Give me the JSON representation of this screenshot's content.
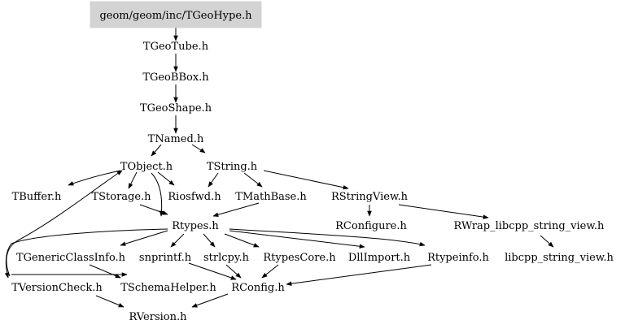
{
  "colors": {
    "root_fill": "#d3d3d3",
    "edge": "#000000",
    "text": "#000000"
  },
  "diagram": {
    "nodes": {
      "tgeohype": "geom/geom/inc/TGeoHype.h",
      "tgeotube": "TGeoTube.h",
      "tgeobbox": "TGeoBBox.h",
      "tgeoshape": "TGeoShape.h",
      "tnamed": "TNamed.h",
      "tobject": "TObject.h",
      "tstring": "TString.h",
      "tbuffer": "TBuffer.h",
      "tstorage": "TStorage.h",
      "riosfwd": "Riosfwd.h",
      "tmathbase": "TMathBase.h",
      "rstringview": "RStringView.h",
      "rtypes": "Rtypes.h",
      "rconfigure": "RConfigure.h",
      "rwrap": "RWrap_libcpp_string_view.h",
      "tgenericclassinfo": "TGenericClassInfo.h",
      "snprintf": "snprintf.h",
      "strlcpy": "strlcpy.h",
      "rtypescore": "RtypesCore.h",
      "dllimport": "DllImport.h",
      "rtypeinfo": "Rtypeinfo.h",
      "libcpp_string_view": "libcpp_string_view.h",
      "tversioncheck": "TVersionCheck.h",
      "tschemahelper": "TSchemaHelper.h",
      "rconfig": "RConfig.h",
      "rversion": "RVersion.h"
    }
  }
}
